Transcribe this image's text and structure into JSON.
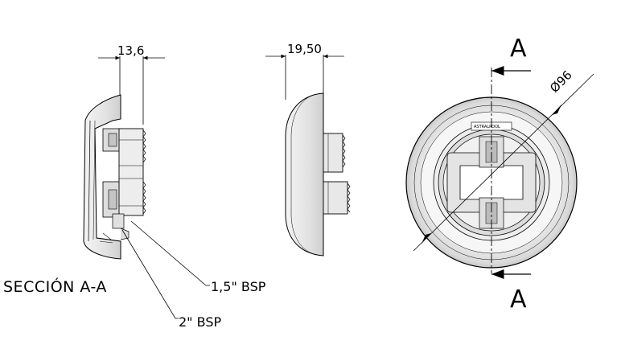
{
  "dimensions": {
    "side_width": "13,6",
    "profile_width": "19,50",
    "diameter": "Ø96"
  },
  "callouts": {
    "thread_small": "1,5\" BSP",
    "thread_large": "2\" BSP"
  },
  "section": {
    "title": "SECCIÓN A-A",
    "marker_top": "A",
    "marker_bottom": "A"
  },
  "front_view": {
    "brand_label": "ASTRALPOOL"
  },
  "colors": {
    "line": "#000000",
    "shade": "#e6e6e6",
    "shade_dark": "#c9c9c9"
  }
}
